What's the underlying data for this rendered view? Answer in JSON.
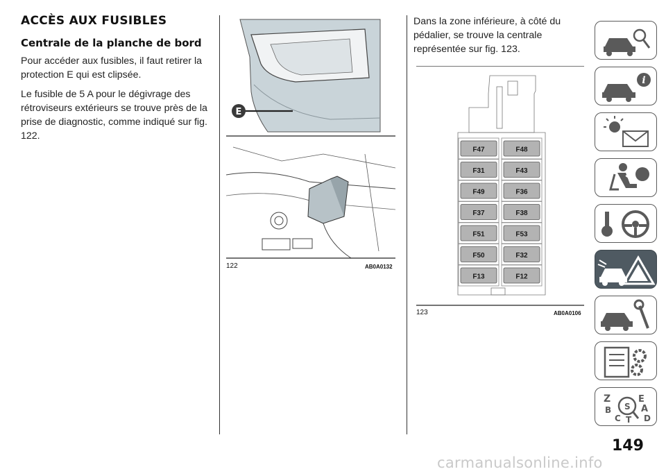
{
  "heading": "ACCÈS AUX FUSIBLES",
  "subheading": "Centrale de la planche de bord",
  "paragraphs": [
    "Pour accéder aux fusibles, il faut retirer la protection E qui est clipsée.",
    "Le fusible de 5 A pour le dégivrage des rétroviseurs extérieurs se trouve près de la prise de diagnostic, comme indiqué sur fig. 122."
  ],
  "right_paragraph": "Dans la zone inférieure, à côté du pédalier, se trouve la centrale représentée sur fig. 123.",
  "figure1": {
    "number": "122",
    "code": "AB0A0132",
    "callout": "E"
  },
  "figure2": {
    "number": "123",
    "code": "AB0A0106",
    "fuses": [
      [
        "F47",
        "F48"
      ],
      [
        "F31",
        "F43"
      ],
      [
        "F49",
        "F36"
      ],
      [
        "F37",
        "F38"
      ],
      [
        "F51",
        "F53"
      ],
      [
        "F50",
        "F32"
      ],
      [
        "F13",
        "F12"
      ]
    ]
  },
  "tabs": [
    "dashboard-controls",
    "warning-info",
    "lights-messages",
    "safety-airbag",
    "starting-driving",
    "emergency",
    "maintenance",
    "technical-data",
    "index"
  ],
  "page_number": "149",
  "watermark": "carmanualsonline.info"
}
